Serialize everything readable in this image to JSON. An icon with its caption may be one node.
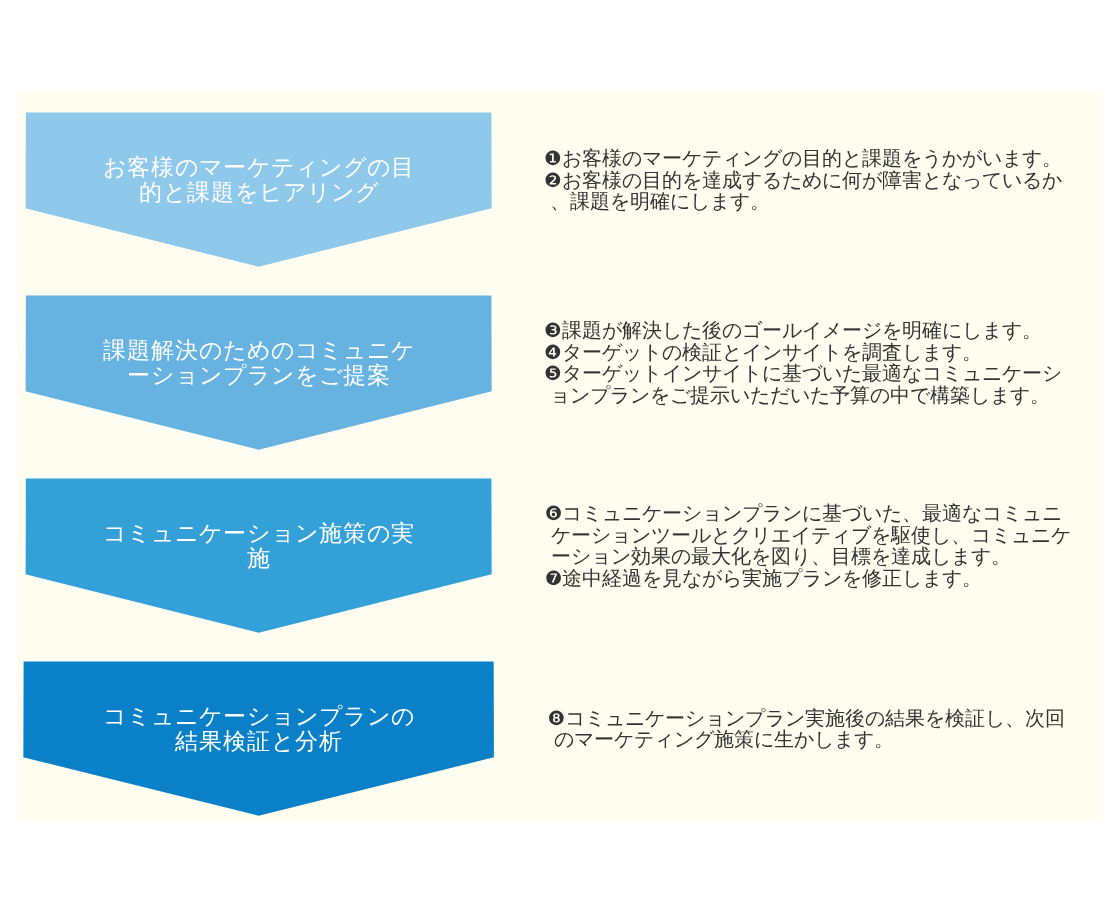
{
  "diagram": {
    "nodes": [
      {
        "text": [
          "お客様のマーケティングの目的と課題をヒアリング"
        ],
        "beside": [
          "❶お客様のマーケティングの目的と課題をうかがいます。",
          "❷お客様の目的を達成するために何が障害となっているか、課題を明確にします。"
        ]
      },
      {
        "text": [
          "課題解決のためのコミュニケーションプランをご提案"
        ],
        "beside": [
          "❸課題が解決した後のゴールイメージを明確にします。",
          "❹ターゲットの検証とインサイトを調査します。",
          "❺ターゲットインサイトに基づいた最適なコミュニケーションプランをご提示いただいた予算の中で構築します。"
        ]
      },
      {
        "text": [
          "コミュニケーション施策の実施"
        ],
        "beside": [
          "❻コミュニケーションプランに基づいた、最適なコミュニケーションツールとクリエイティブを駆使し、コミュニケーション効果の最大化を図り、目標を達成します。",
          "❼途中経過を見ながら実施プランを修正します。"
        ]
      },
      {
        "text": [
          "コミュニケーションプランの結果検証と分析"
        ],
        "beside": [
          "❽コミュニケーションプラン実施後の結果を検証し、次回のマーケティング施策に生かします。"
        ]
      }
    ]
  }
}
